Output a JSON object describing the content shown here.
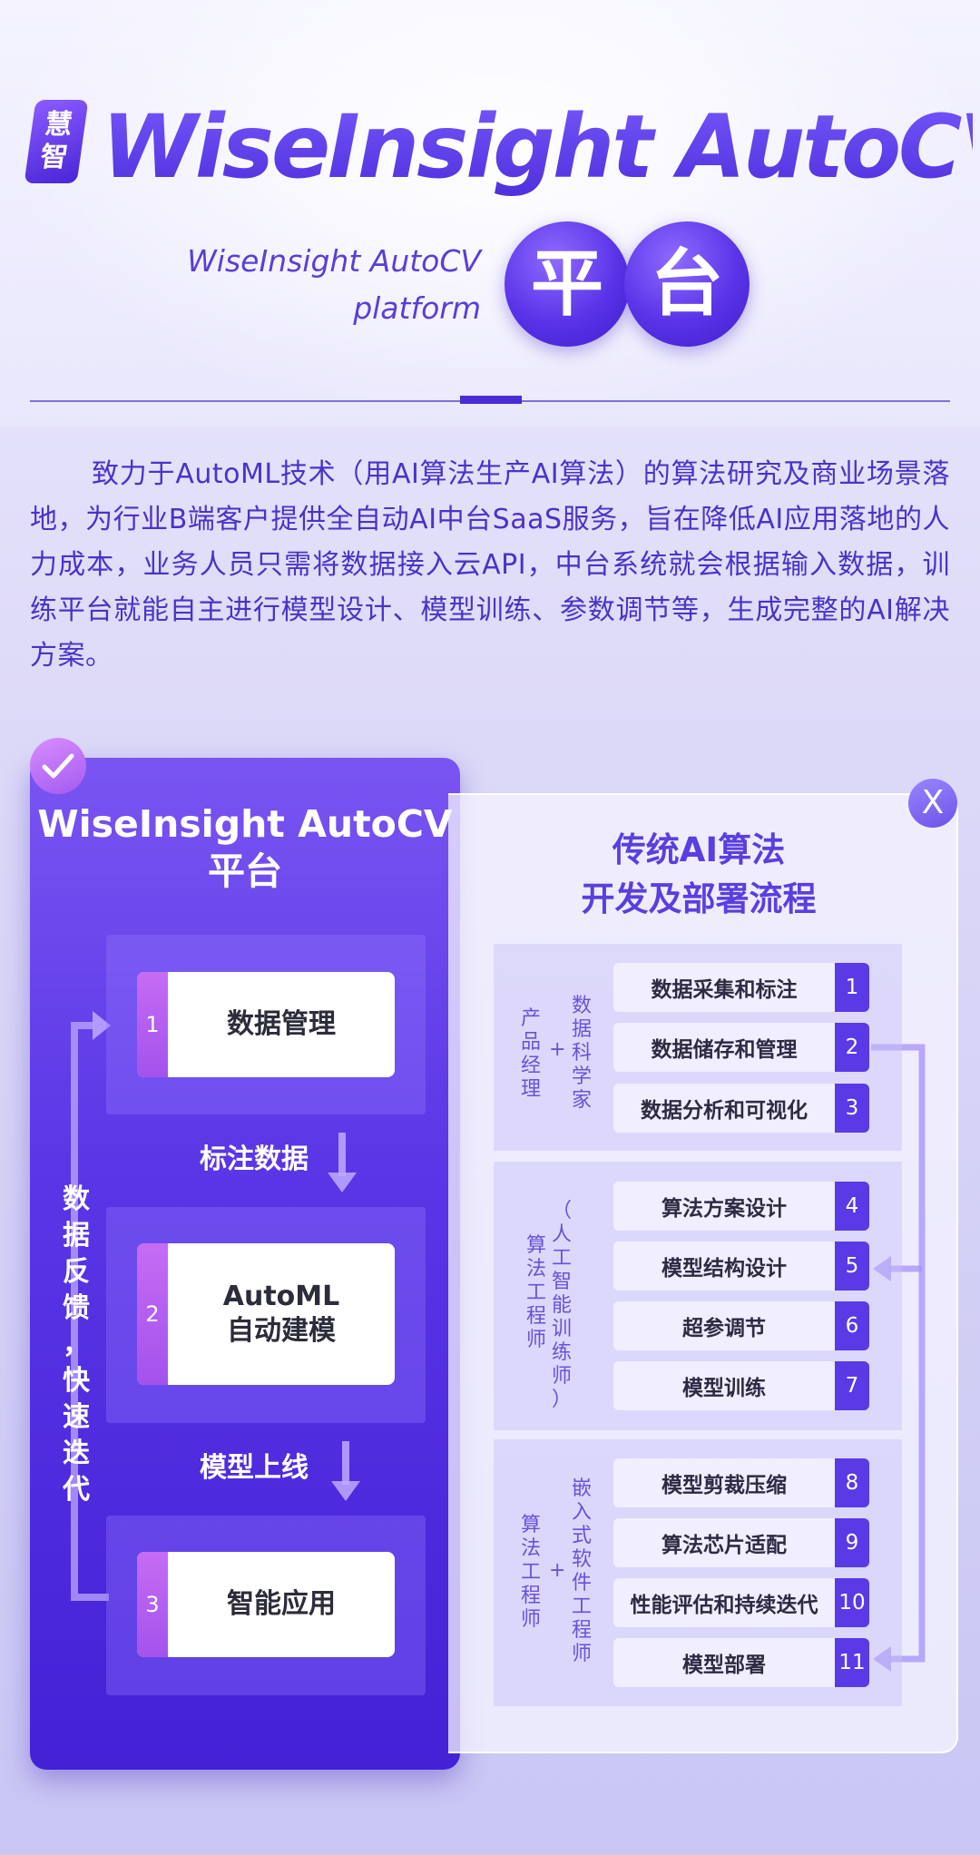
{
  "hero": {
    "logo_badge": [
      "慧",
      "智"
    ],
    "title": "WiseInsight AutoCV",
    "subtitle_en_line1": "WiseInsight AutoCV",
    "subtitle_en_line2": "platform",
    "circle_chars": [
      "平",
      "台"
    ]
  },
  "intro": {
    "text": "致力于AutoML技术（用AI算法生产AI算法）的算法研究及商业场景落地，为行业B端客户提供全自动AI中台SaaS服务，旨在降低AI应用落地的人力成本，业务人员只需将数据接入云API，中台系统就会根据输入数据，训练平台就能自主进行模型设计、模型训练、参数调节等，生成完整的AI解决方案。"
  },
  "left_panel": {
    "title_line1": "WiseInsight AutoCV",
    "title_line2": "平台",
    "steps": [
      {
        "num": "1",
        "label": "数据管理"
      },
      {
        "num": "2",
        "label_line1": "AutoML",
        "label_line2": "自动建模"
      },
      {
        "num": "3",
        "label": "智能应用"
      }
    ],
    "flow_labels": [
      "标注数据",
      "模型上线"
    ],
    "feedback_chars": [
      "数",
      "据",
      "反",
      "馈",
      "，",
      "快",
      "速",
      "迭",
      "代"
    ]
  },
  "right_panel": {
    "close_label": "X",
    "title_line1": "传统AI算法",
    "title_line2": "开发及部署流程",
    "groups": [
      {
        "roles": [
          [
            "产",
            "品",
            "经",
            "理"
          ],
          [
            "数",
            "据",
            "科",
            "学",
            "家"
          ]
        ],
        "items": [
          {
            "label": "数据采集和标注",
            "num": "1"
          },
          {
            "label": "数据储存和管理",
            "num": "2"
          },
          {
            "label": "数据分析和可视化",
            "num": "3"
          }
        ]
      },
      {
        "roles": [
          [
            "算",
            "法",
            "工",
            "程",
            "师"
          ],
          [
            "（",
            "人",
            "工",
            "智",
            "能",
            "训",
            "练",
            "师",
            "）"
          ]
        ],
        "items": [
          {
            "label": "算法方案设计",
            "num": "4"
          },
          {
            "label": "模型结构设计",
            "num": "5"
          },
          {
            "label": "超参调节",
            "num": "6"
          },
          {
            "label": "模型训练",
            "num": "7"
          }
        ]
      },
      {
        "roles": [
          [
            "算",
            "法",
            "工",
            "程",
            "师"
          ],
          [
            "嵌",
            "入",
            "式",
            "软",
            "件",
            "工",
            "程",
            "师"
          ]
        ],
        "items": [
          {
            "label": "模型剪裁压缩",
            "num": "8"
          },
          {
            "label": "算法芯片适配",
            "num": "9"
          },
          {
            "label": "性能评估和持续迭代",
            "num": "10"
          },
          {
            "label": "模型部署",
            "num": "11"
          }
        ]
      }
    ],
    "plus_sign": "+"
  }
}
